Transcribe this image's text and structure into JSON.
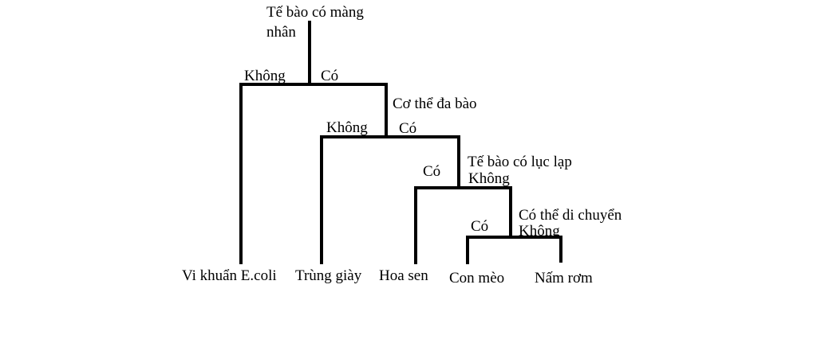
{
  "colors": {
    "line": "#000000",
    "text": "#000000",
    "background": "#ffffff"
  },
  "questions": {
    "nucleus": "Tế bào có màng nhân",
    "multicellular": "Cơ thể đa bào",
    "chloroplast": "Tế bào có lục lạp",
    "mobile": "Có thể di chuyển"
  },
  "branches": {
    "no_nucleus": "Không",
    "yes_nucleus": "Có",
    "no_multicellular": "Không",
    "yes_multicellular": "Có",
    "yes_chloroplast": "Có",
    "no_chloroplast": "Không",
    "yes_mobile": "Có",
    "no_mobile": "Không"
  },
  "organisms": {
    "ecoli": "Vi khuẩn E.coli",
    "paramecium": "Trùng giày",
    "lotus": "Hoa sen",
    "cat": "Con mèo",
    "mushroom": "Nấm rơm"
  }
}
